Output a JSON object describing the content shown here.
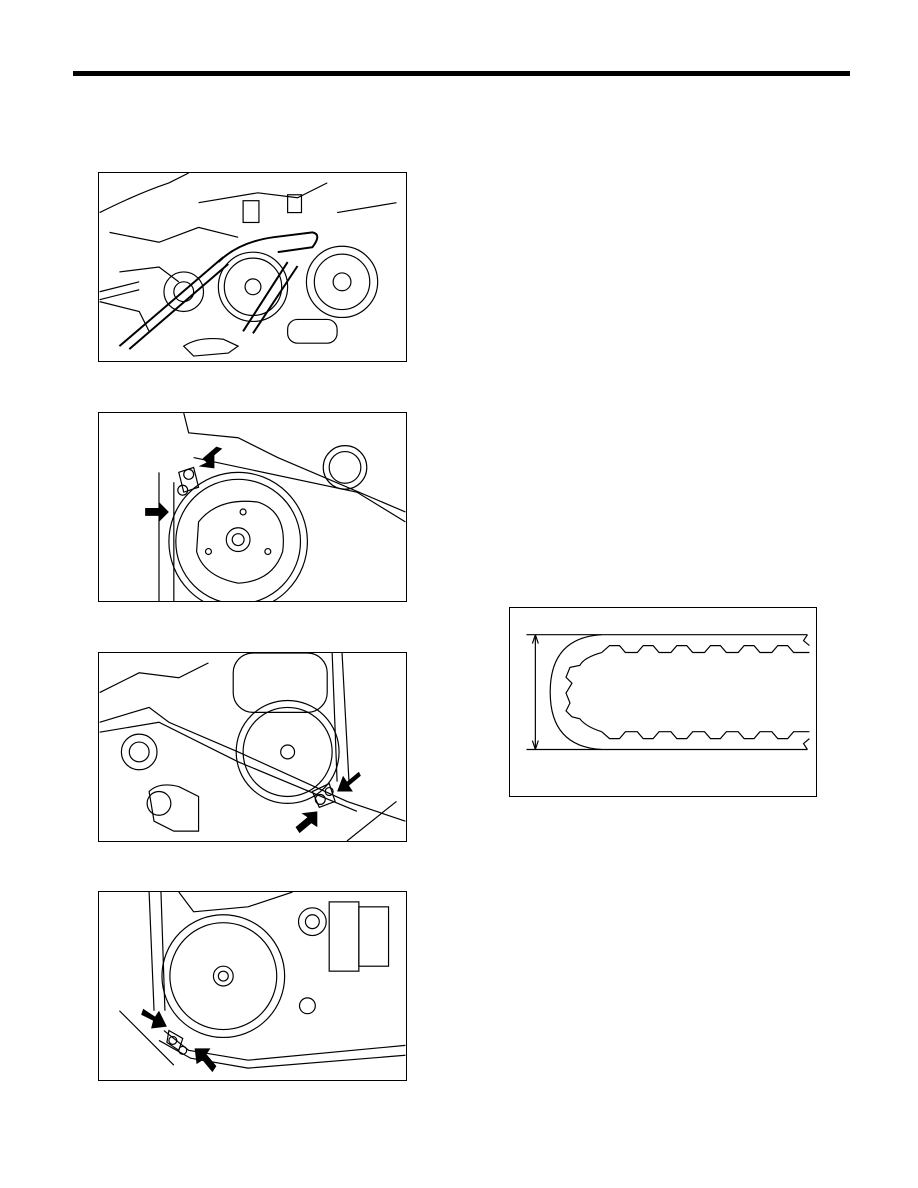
{
  "page": {
    "background": "#ffffff",
    "ink": "#000000"
  },
  "figures": [
    {
      "name": "figure-camshaft-sprocket-holding-tool"
    },
    {
      "name": "figure-belt-guide-bolts-upper-left"
    },
    {
      "name": "figure-belt-guide-bolts-right"
    },
    {
      "name": "figure-belt-guide-bolts-crank-sprocket"
    },
    {
      "name": "figure-timing-belt-tooth-profile"
    }
  ],
  "icons": {
    "arrow": "callout-arrow-icon"
  }
}
